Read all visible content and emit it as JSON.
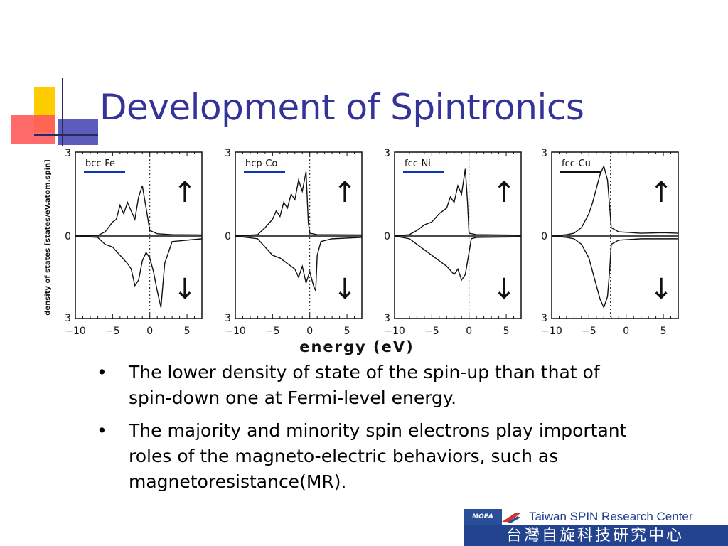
{
  "slide": {
    "title": "Development of Spintronics",
    "bullets": [
      "The lower density of state of the spin-up than that of spin-down one at Fermi-level energy.",
      "The majority and minority spin electrons play important roles of the magneto-electric behaviors, such as magnetoresistance(MR)."
    ]
  },
  "colors": {
    "title": "#33339a",
    "deco_yellow": "#ffcc00",
    "deco_blue": "#3333a0",
    "deco_red": "#ff5050"
  },
  "footer": {
    "ministry_abbrev": "MOEA",
    "center_name": "Taiwan SPIN Research Center",
    "center_name_cn": "台灣自旋科技研究中心"
  },
  "chart_data": {
    "type": "line",
    "ylabel": "density of states [states/eV.atom.spin]",
    "xlabel": "energy (eV)",
    "xticks": [
      "−10",
      "−5",
      "0",
      "5"
    ],
    "xlim": [
      -10,
      7
    ],
    "y_tick_labels": [
      "3",
      "0",
      "3"
    ],
    "ylim": [
      -3,
      3
    ],
    "panels": [
      {
        "label": "bcc-Fe",
        "fermi_position": 0,
        "spin_up_arrow": "↑",
        "spin_down_arrow": "↓",
        "up": [
          [
            -10,
            0
          ],
          [
            -7,
            0.02
          ],
          [
            -6,
            0.15
          ],
          [
            -5,
            0.5
          ],
          [
            -4.5,
            0.6
          ],
          [
            -4,
            1.1
          ],
          [
            -3.5,
            0.8
          ],
          [
            -3,
            1.2
          ],
          [
            -2.5,
            0.9
          ],
          [
            -2,
            0.6
          ],
          [
            -1.5,
            1.4
          ],
          [
            -1,
            1.8
          ],
          [
            -0.5,
            1.0
          ],
          [
            0,
            0.2
          ],
          [
            1,
            0.08
          ],
          [
            3,
            0.05
          ],
          [
            7,
            0.04
          ]
        ],
        "down": [
          [
            -10,
            0
          ],
          [
            -7,
            -0.05
          ],
          [
            -6,
            -0.3
          ],
          [
            -5,
            -0.4
          ],
          [
            -4,
            -0.7
          ],
          [
            -3,
            -1.0
          ],
          [
            -2.5,
            -1.2
          ],
          [
            -2,
            -1.8
          ],
          [
            -1.5,
            -1.6
          ],
          [
            -1,
            -0.9
          ],
          [
            -0.5,
            -0.6
          ],
          [
            0,
            -0.8
          ],
          [
            0.5,
            -1.3
          ],
          [
            1,
            -2.0
          ],
          [
            1.5,
            -2.6
          ],
          [
            2,
            -1.0
          ],
          [
            3,
            -0.2
          ],
          [
            7,
            -0.1
          ]
        ]
      },
      {
        "label": "hcp-Co",
        "fermi_position": 0,
        "spin_up_arrow": "↑",
        "spin_down_arrow": "↓",
        "up": [
          [
            -10,
            0
          ],
          [
            -7,
            0.05
          ],
          [
            -6,
            0.3
          ],
          [
            -5,
            0.6
          ],
          [
            -4.5,
            0.9
          ],
          [
            -4,
            0.7
          ],
          [
            -3.5,
            1.2
          ],
          [
            -3,
            1.0
          ],
          [
            -2.5,
            1.5
          ],
          [
            -2,
            1.3
          ],
          [
            -1.5,
            2.0
          ],
          [
            -1,
            1.6
          ],
          [
            -0.5,
            2.3
          ],
          [
            -0.2,
            0.5
          ],
          [
            0,
            0.1
          ],
          [
            1,
            0.05
          ],
          [
            7,
            0.04
          ]
        ],
        "down": [
          [
            -10,
            0
          ],
          [
            -7,
            -0.1
          ],
          [
            -6,
            -0.4
          ],
          [
            -5,
            -0.7
          ],
          [
            -4,
            -0.8
          ],
          [
            -3,
            -1.0
          ],
          [
            -2,
            -1.2
          ],
          [
            -1.5,
            -1.5
          ],
          [
            -1,
            -1.1
          ],
          [
            -0.5,
            -1.7
          ],
          [
            0,
            -1.3
          ],
          [
            0.5,
            -1.8
          ],
          [
            0.8,
            -2.0
          ],
          [
            1,
            -0.7
          ],
          [
            1.5,
            -0.2
          ],
          [
            3,
            -0.1
          ],
          [
            7,
            -0.05
          ]
        ]
      },
      {
        "label": "fcc-Ni",
        "fermi_position": 0,
        "spin_up_arrow": "↑",
        "spin_down_arrow": "↓",
        "up": [
          [
            -10,
            0
          ],
          [
            -8,
            0.05
          ],
          [
            -7,
            0.2
          ],
          [
            -6,
            0.4
          ],
          [
            -5,
            0.5
          ],
          [
            -4,
            0.8
          ],
          [
            -3,
            1.0
          ],
          [
            -2.5,
            1.4
          ],
          [
            -2,
            1.2
          ],
          [
            -1.5,
            1.8
          ],
          [
            -1,
            1.5
          ],
          [
            -0.5,
            2.4
          ],
          [
            -0.2,
            1.2
          ],
          [
            0,
            0.1
          ],
          [
            1,
            0.05
          ],
          [
            7,
            0.03
          ]
        ],
        "down": [
          [
            -10,
            0
          ],
          [
            -8,
            -0.1
          ],
          [
            -7,
            -0.3
          ],
          [
            -6,
            -0.5
          ],
          [
            -5,
            -0.7
          ],
          [
            -4,
            -0.9
          ],
          [
            -3,
            -1.1
          ],
          [
            -2,
            -1.4
          ],
          [
            -1.5,
            -1.2
          ],
          [
            -1,
            -1.6
          ],
          [
            -0.5,
            -1.4
          ],
          [
            0,
            -0.6
          ],
          [
            0.3,
            -0.1
          ],
          [
            1,
            -0.05
          ],
          [
            7,
            -0.03
          ]
        ]
      },
      {
        "label": "fcc-Cu",
        "fermi_position": -2.1,
        "spin_up_arrow": "↑",
        "spin_down_arrow": "↓",
        "up": [
          [
            -10,
            0
          ],
          [
            -8,
            0.05
          ],
          [
            -7,
            0.1
          ],
          [
            -6,
            0.3
          ],
          [
            -5,
            0.8
          ],
          [
            -4.5,
            1.2
          ],
          [
            -4,
            1.7
          ],
          [
            -3.5,
            2.2
          ],
          [
            -3,
            2.5
          ],
          [
            -2.5,
            2.0
          ],
          [
            -2.2,
            1.0
          ],
          [
            -2,
            0.3
          ],
          [
            -1,
            0.15
          ],
          [
            2,
            0.1
          ],
          [
            5,
            0.12
          ],
          [
            7,
            0.1
          ]
        ],
        "down": [
          [
            -10,
            0
          ],
          [
            -8,
            -0.05
          ],
          [
            -7,
            -0.1
          ],
          [
            -6,
            -0.3
          ],
          [
            -5,
            -0.8
          ],
          [
            -4.5,
            -1.3
          ],
          [
            -4,
            -1.8
          ],
          [
            -3.5,
            -2.3
          ],
          [
            -3,
            -2.6
          ],
          [
            -2.5,
            -2.2
          ],
          [
            -2.2,
            -1.2
          ],
          [
            -2,
            -0.3
          ],
          [
            -1,
            -0.15
          ],
          [
            2,
            -0.1
          ],
          [
            5,
            -0.1
          ],
          [
            7,
            -0.1
          ]
        ]
      }
    ]
  }
}
